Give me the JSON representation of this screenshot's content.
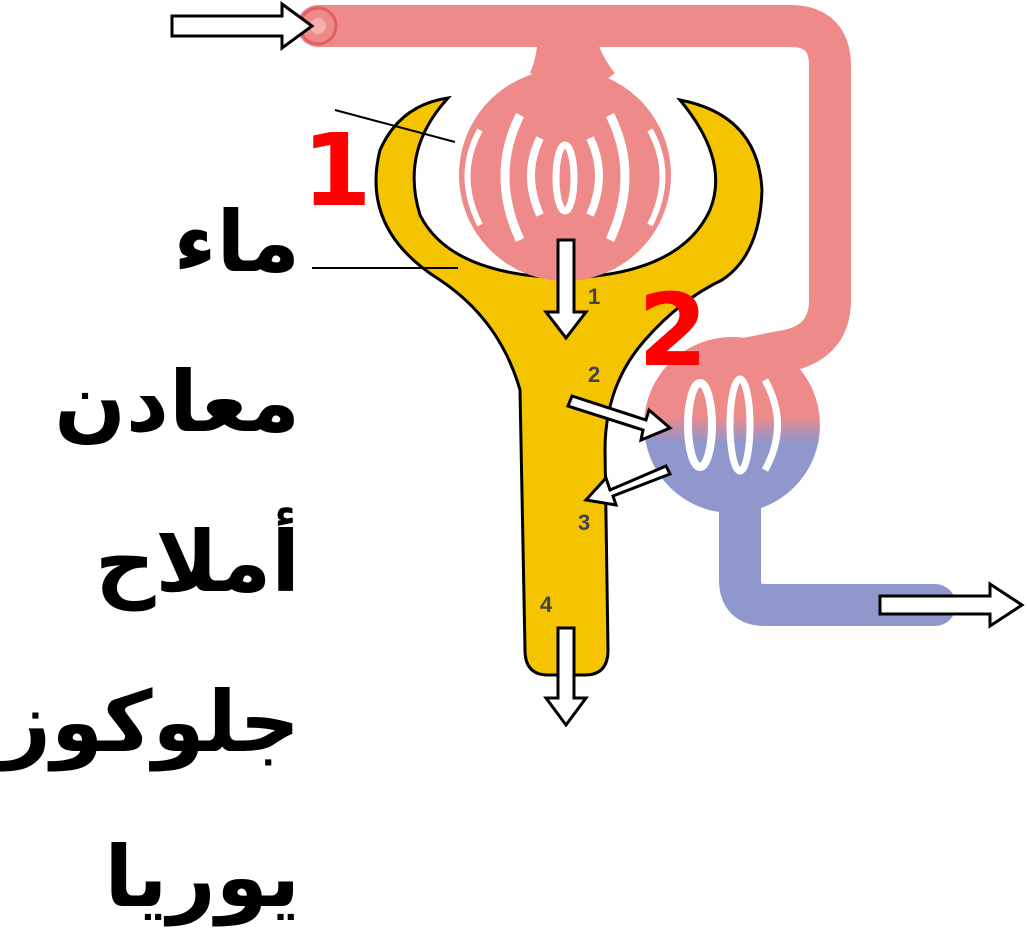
{
  "diagram": {
    "region_labels": [
      "1",
      "2"
    ],
    "step_labels": [
      "1",
      "2",
      "3",
      "4"
    ],
    "substances": [
      "ماء",
      "معادن",
      "أملاح",
      "جلوكوز",
      "يوريا"
    ],
    "colors": {
      "blood_vessel": "#ee8a8a",
      "deoxygenated": "#8f97cc",
      "tubule": "#f5c400",
      "label_red": "#ff0000",
      "text": "#000000"
    }
  }
}
